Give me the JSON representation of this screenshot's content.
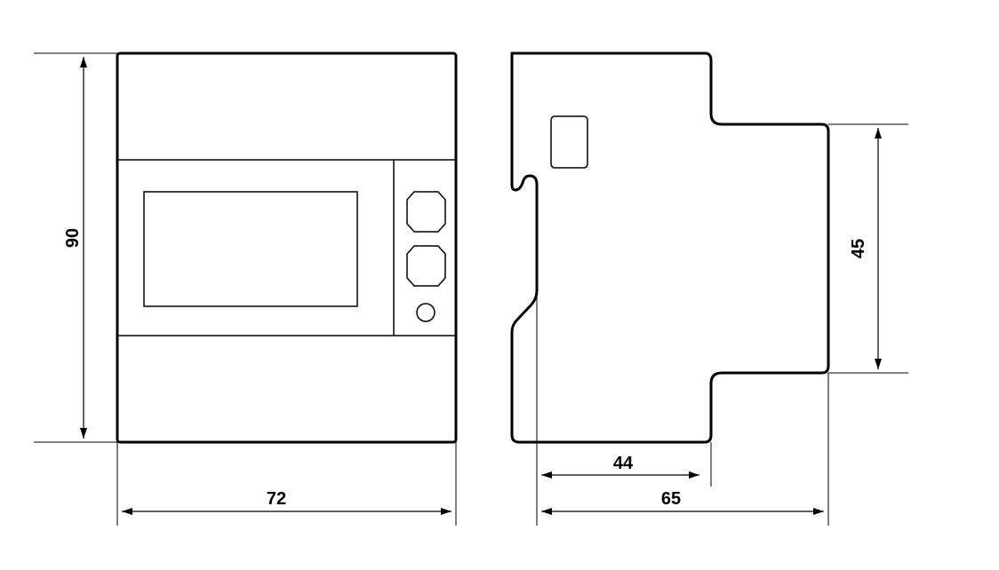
{
  "dimensions": {
    "front_height": "90",
    "front_width": "72",
    "side_rail_height": "45",
    "side_depth_inner": "44",
    "side_depth_total": "65"
  }
}
